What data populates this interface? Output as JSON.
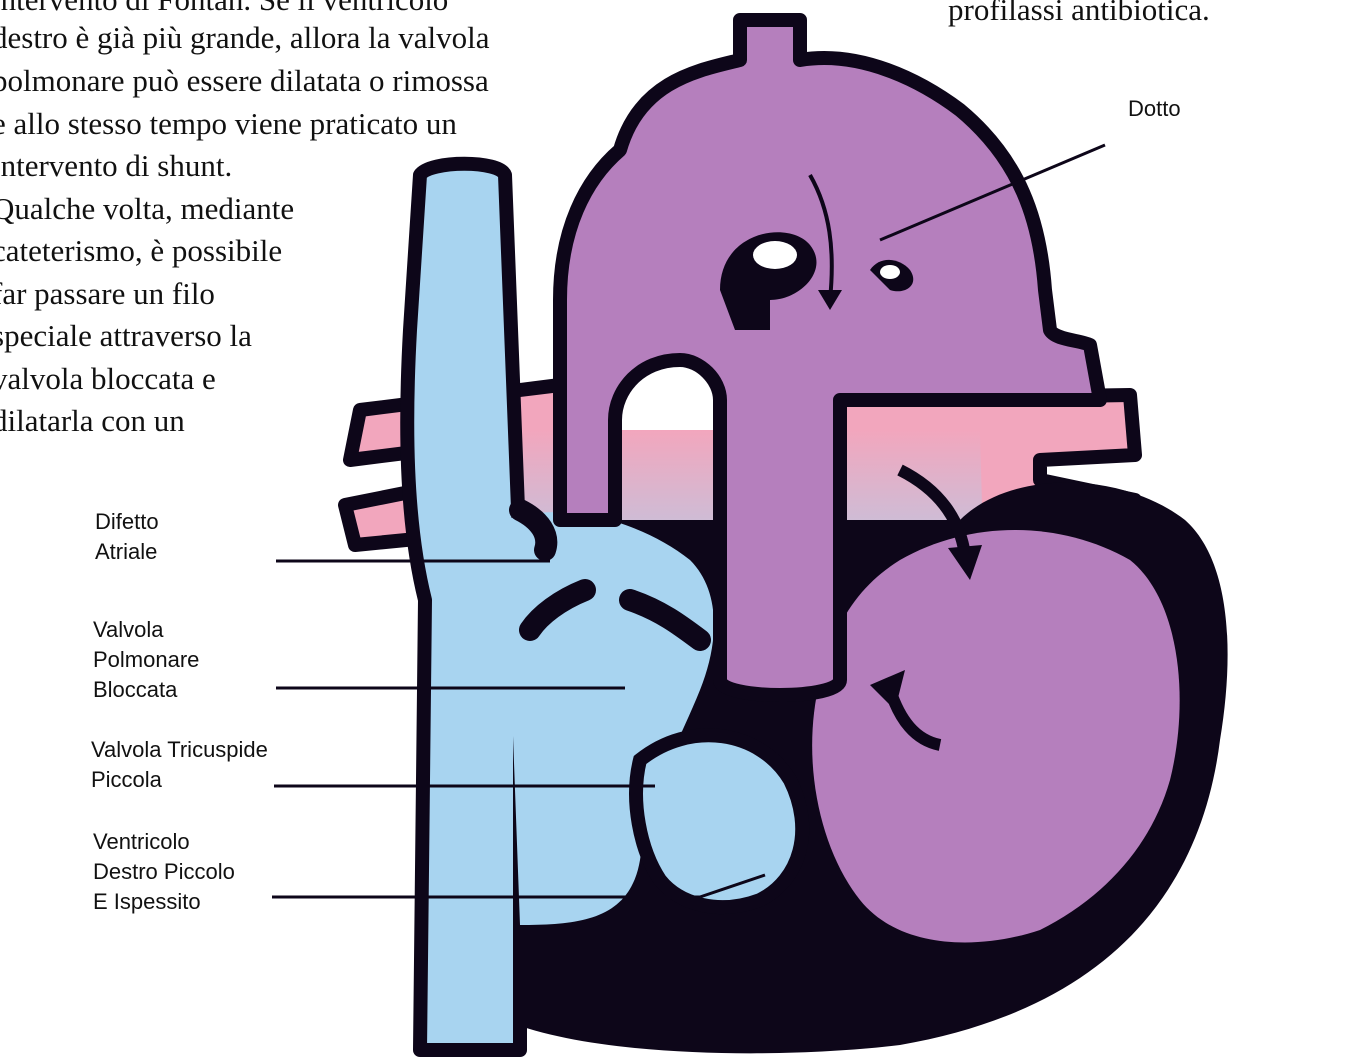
{
  "colors": {
    "oxygen_poor_blue": "#a8d4f0",
    "mixed_purple": "#b57fbd",
    "oxygen_rich_pink": "#f2a6bd",
    "outline_black": "#0d0619"
  },
  "paragraph": {
    "lines": [
      "intervento di Fontan. Se il ventricolo",
      "destro è già più grande, allora la valvola",
      "polmonare può essere dilatata o rimossa",
      "e allo stesso tempo viene praticato un",
      "intervento di shunt.",
      "Qualche volta, mediante",
      "cateterismo, è possibile",
      "far passare un filo",
      "speciale attraverso la",
      "valvola bloccata e",
      "dilatarla con un"
    ],
    "corner_text": "profilassi antibiotica."
  },
  "labels": {
    "dotto": "Dotto",
    "difetto_atriale": [
      "Difetto",
      "Atriale"
    ],
    "valvola_polmonare": [
      "Valvola",
      "Polmonare",
      "Bloccata"
    ],
    "valvola_tricuspide": [
      "Valvola Tricuspide",
      "Piccola"
    ],
    "ventricolo_destro": [
      "Ventricolo",
      "Destro Piccolo",
      "E Ispessito"
    ]
  }
}
